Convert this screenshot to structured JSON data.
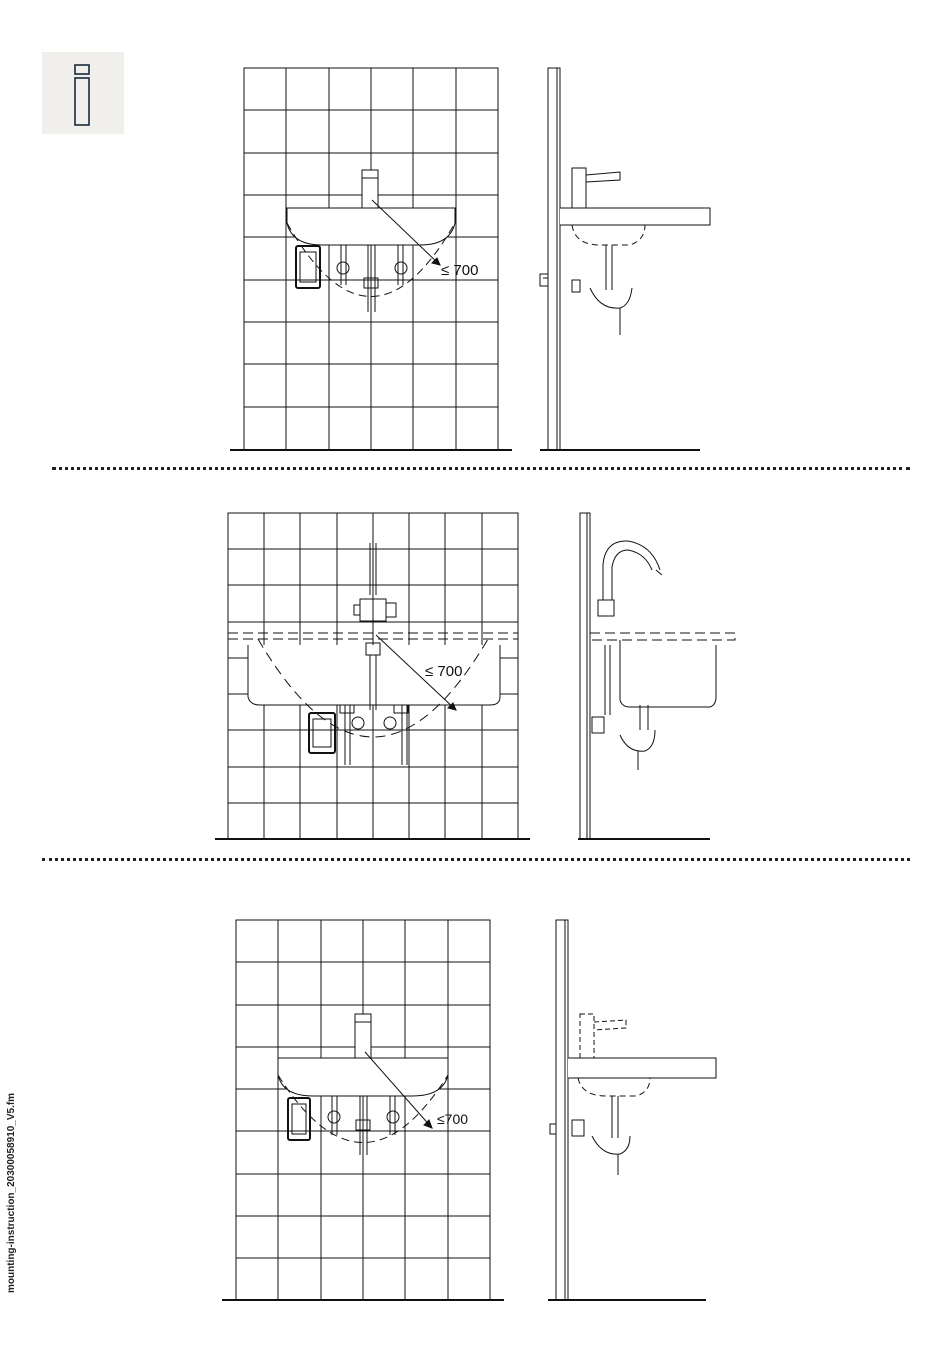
{
  "document": {
    "side_label": "mounting-instruction_20300058910_V5.fm"
  },
  "info_icon": "info-icon",
  "panels": [
    {
      "name": "panel-1",
      "dimension_label": "≤ 700"
    },
    {
      "name": "panel-2",
      "dimension_label": "≤ 700"
    },
    {
      "name": "panel-3",
      "dimension_label": "≤700"
    }
  ],
  "colors": {
    "line": "#111111",
    "badge_bg": "#f0efec"
  }
}
